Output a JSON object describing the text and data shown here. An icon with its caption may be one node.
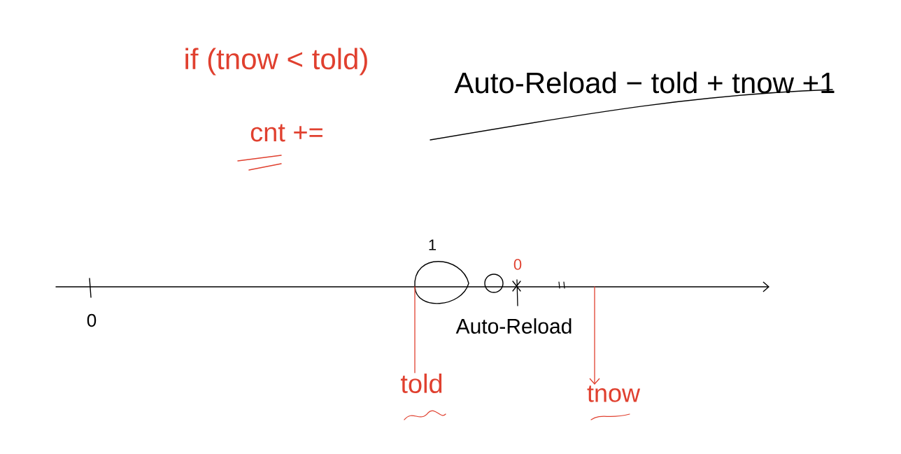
{
  "diagram": {
    "nodes": [
      {
        "text": [
          "told"
        ]
      },
      {
        "text": [
          "tnow"
        ]
      }
    ],
    "edges": [
      {
        "from": null,
        "to": 0,
        "arrow": "none"
      },
      {
        "from": null,
        "to": 1,
        "arrow": "to"
      }
    ],
    "labels": [
      "if (tnow < told)",
      "cnt +=",
      "Auto-Reload − told + tnow +1",
      "0",
      "1",
      "0",
      "Auto-Reload"
    ]
  }
}
